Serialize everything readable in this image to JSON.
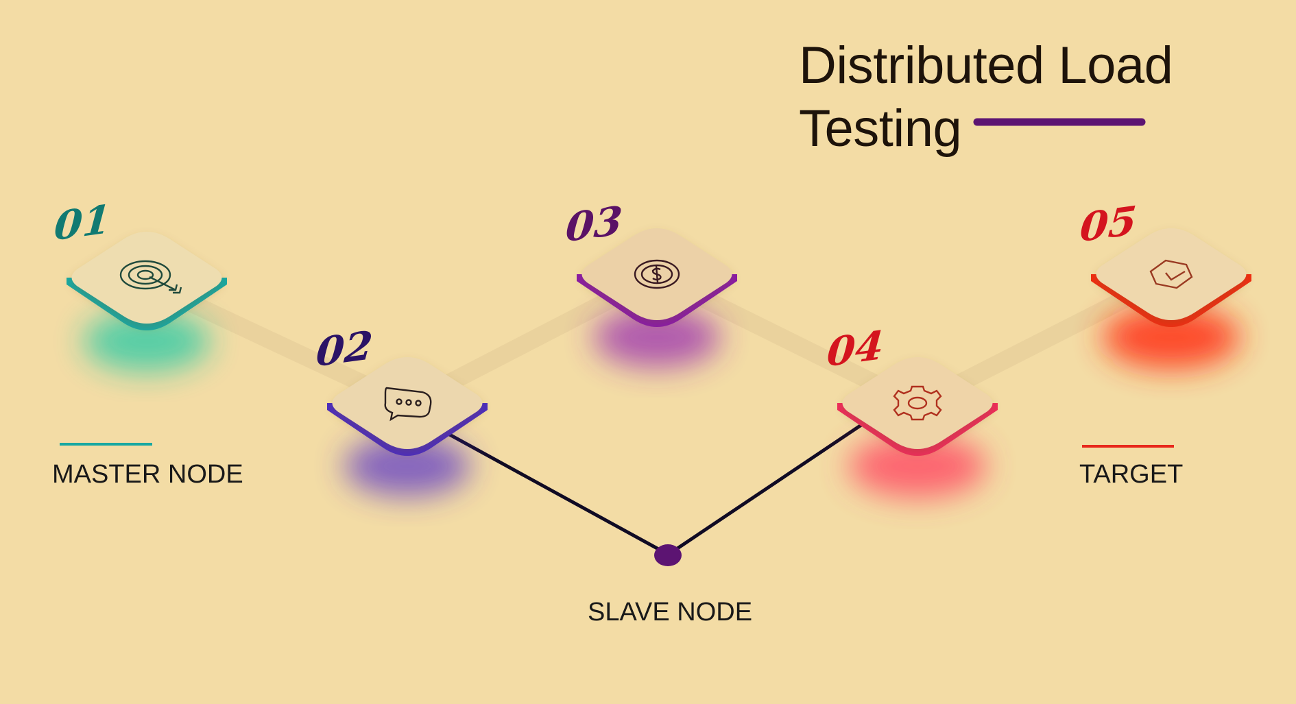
{
  "title": {
    "line1": "Distributed Load",
    "line2": "Testing",
    "accent_color": "#5c1472"
  },
  "steps": [
    {
      "number": "01",
      "icon": "target-icon",
      "color": "#117a72",
      "glow": "#20c9a6",
      "base": "#17a8a2"
    },
    {
      "number": "02",
      "icon": "chat-bubble-icon",
      "color": "#2b1366",
      "glow": "#5633c8",
      "base": "#4a2bbf"
    },
    {
      "number": "03",
      "icon": "dollar-coin-icon",
      "color": "#5a1266",
      "glow": "#9a2fb0",
      "base": "#8a1aa5"
    },
    {
      "number": "04",
      "icon": "gear-icon",
      "color": "#d4141e",
      "glow": "#ff4a63",
      "base": "#ee2c5a"
    },
    {
      "number": "05",
      "icon": "checkbox-icon",
      "color": "#d4141e",
      "glow": "#ff3018",
      "base": "#f02c10"
    }
  ],
  "labels": {
    "master": {
      "text": "MASTER NODE",
      "color": "#17a8a2"
    },
    "slave": {
      "text": "SLAVE NODE",
      "color": "#5c1472"
    },
    "target": {
      "text": "TARGET",
      "color": "#e8281c"
    }
  },
  "colors": {
    "background": "#f3dca5",
    "tile_top": "#eeddb0",
    "connector": "#e7cf9b",
    "slave_line": "#100b24"
  }
}
